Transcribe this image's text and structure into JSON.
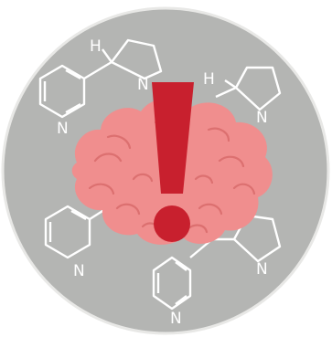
{
  "colors": {
    "background": "#ffffff",
    "disc": "#b4b5b3",
    "structure_lines": "#ffffff",
    "brain": "#f08e8e",
    "brain_shade": "#dc7070",
    "exclamation": "#c8202e"
  },
  "labels": {
    "h_top": "H",
    "n_top": "N",
    "pyridine_n_top_left": "N",
    "h_right": "H",
    "n_right": "N",
    "pyridine_n_bottom_left": "N",
    "n_bottom_right": "N",
    "pyridine_n_bottom": "N"
  },
  "icons": {
    "brain": "brain-icon",
    "exclamation": "exclamation-mark-icon",
    "molecules": "nicotine-molecule-icon"
  }
}
